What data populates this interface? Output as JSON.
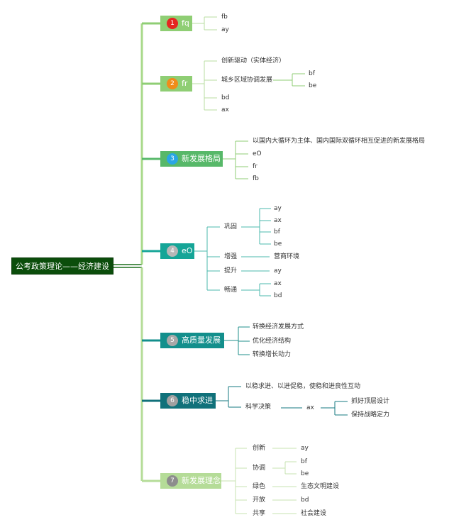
{
  "root": {
    "label": "公考政策理论——经济建设"
  },
  "colors": {
    "b1": "#8fce74",
    "b2": "#8fce74",
    "b3": "#57b869",
    "b4": "#15a597",
    "b5": "#138f8c",
    "b6": "#10717a",
    "b7": "#b5dc98",
    "badge1": "#e52521",
    "badge2": "#f08c1a",
    "badge3": "#2aa6e4",
    "badge4": "#b7b7b7",
    "badge5": "#a8a8a8",
    "badge6": "#a0a0a0",
    "badge7": "#8d8d8d"
  },
  "branches": [
    {
      "num": "1",
      "label": "fq",
      "children": [
        {
          "label": "fb"
        },
        {
          "label": "ay"
        }
      ]
    },
    {
      "num": "2",
      "label": "fr",
      "children": [
        {
          "label": "创新驱动（实体经济）"
        },
        {
          "label": "城乡区域协调发展",
          "children": [
            {
              "label": "bf"
            },
            {
              "label": "be"
            }
          ]
        },
        {
          "label": "bd"
        },
        {
          "label": "ax"
        }
      ]
    },
    {
      "num": "3",
      "label": "新发展格局",
      "children": [
        {
          "label": "以国内大循环为主体、国内国际双循环相互促进的新发展格局"
        },
        {
          "label": "eO"
        },
        {
          "label": "fr"
        },
        {
          "label": "fb"
        }
      ]
    },
    {
      "num": "4",
      "label": "eO",
      "children": [
        {
          "label": "巩固",
          "children": [
            {
              "label": "ay"
            },
            {
              "label": "ax"
            },
            {
              "label": "bf"
            },
            {
              "label": "be"
            }
          ]
        },
        {
          "label": "增强",
          "children": [
            {
              "label": "营商环境"
            }
          ]
        },
        {
          "label": "提升",
          "children": [
            {
              "label": "ay"
            }
          ]
        },
        {
          "label": "畅通",
          "children": [
            {
              "label": "ax"
            },
            {
              "label": "bd"
            }
          ]
        }
      ]
    },
    {
      "num": "5",
      "label": "高质量发展",
      "children": [
        {
          "label": "转换经济发展方式"
        },
        {
          "label": "优化经济结构"
        },
        {
          "label": "转换增长动力"
        }
      ]
    },
    {
      "num": "6",
      "label": "稳中求进",
      "children": [
        {
          "label": "以稳求进、以进促稳，使稳和进良性互动"
        },
        {
          "label": "科学决策",
          "children": [
            {
              "label": "ax",
              "children": [
                {
                  "label": "抓好顶层设计"
                },
                {
                  "label": "保持战略定力"
                }
              ]
            }
          ]
        }
      ]
    },
    {
      "num": "7",
      "label": "新发展理念",
      "children": [
        {
          "label": "创新",
          "children": [
            {
              "label": "ay"
            }
          ]
        },
        {
          "label": "协调",
          "children": [
            {
              "label": "bf"
            },
            {
              "label": "be"
            }
          ]
        },
        {
          "label": "绿色",
          "children": [
            {
              "label": "生态文明建设"
            }
          ]
        },
        {
          "label": "开放",
          "children": [
            {
              "label": "bd"
            }
          ]
        },
        {
          "label": "共享",
          "children": [
            {
              "label": "社会建设"
            }
          ]
        }
      ]
    }
  ]
}
